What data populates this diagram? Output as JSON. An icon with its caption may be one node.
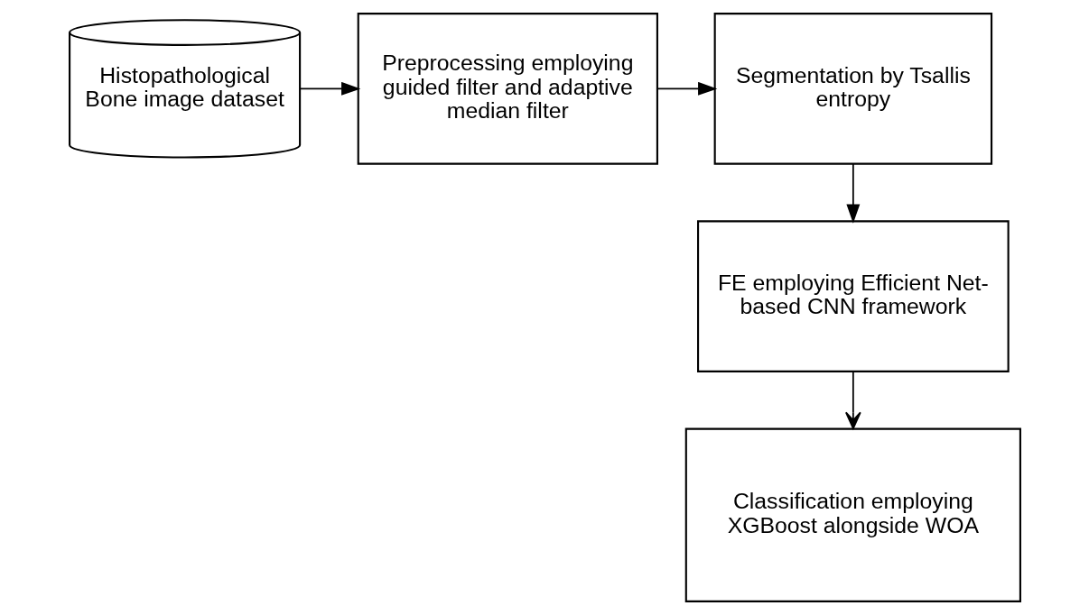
{
  "diagram": {
    "nodes": [
      {
        "text": [
          "Histopathological Bone image dataset"
        ]
      },
      {
        "text": [
          "Preprocessing employing guided filter and adaptive median filter"
        ]
      },
      {
        "text": [
          "Segmentation by Tsallis entropy"
        ]
      },
      {
        "text": [
          "FE employing Efficient Net-based CNN framework"
        ]
      },
      {
        "text": [
          "Classification employing XGBoost alongside WOA"
        ]
      }
    ],
    "edges": [
      {
        "from": 0,
        "to": 1,
        "arrow": "to"
      },
      {
        "from": 1,
        "to": 2,
        "arrow": "to"
      },
      {
        "from": 2,
        "to": 3,
        "arrow": "to"
      },
      {
        "from": 3,
        "to": 4,
        "arrow": "to"
      }
    ]
  }
}
